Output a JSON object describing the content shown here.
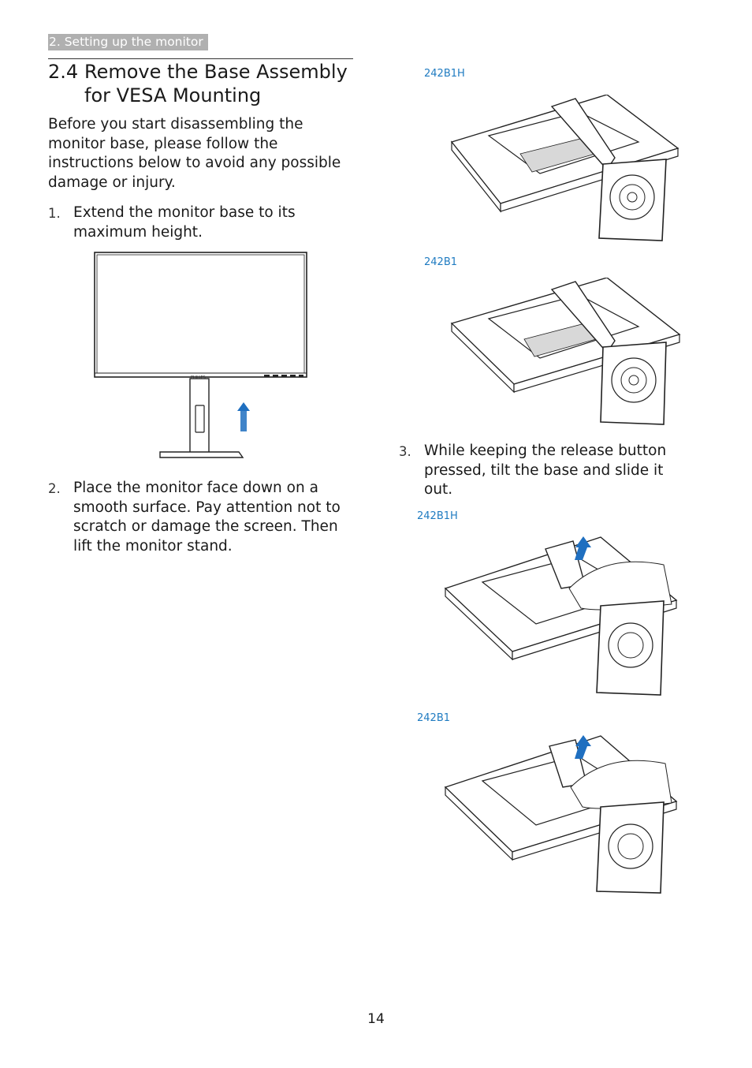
{
  "header": {
    "section_tab": "2. Setting up the monitor"
  },
  "section": {
    "number": "2.4",
    "title": "Remove the Base Assembly for VESA Mounting",
    "intro": "Before you start disassembling the monitor base, please follow the instructions below to avoid any possible damage or injury."
  },
  "steps": [
    {
      "num": "1.",
      "text": "Extend the monitor base to its maximum height."
    },
    {
      "num": "2.",
      "text": "Place the monitor face down on a smooth surface. Pay attention not to scratch or damage the screen. Then lift the monitor stand."
    },
    {
      "num": "3.",
      "text": "While keeping the release button pressed, tilt the base and slide it out."
    }
  ],
  "models": {
    "fig_a": "242B1H",
    "fig_b": "242B1",
    "fig_c": "242B1H",
    "fig_d": "242B1"
  },
  "monitor_brand": "PHILIPS",
  "arrow_color": "#1f6fc0",
  "page_number": "14"
}
